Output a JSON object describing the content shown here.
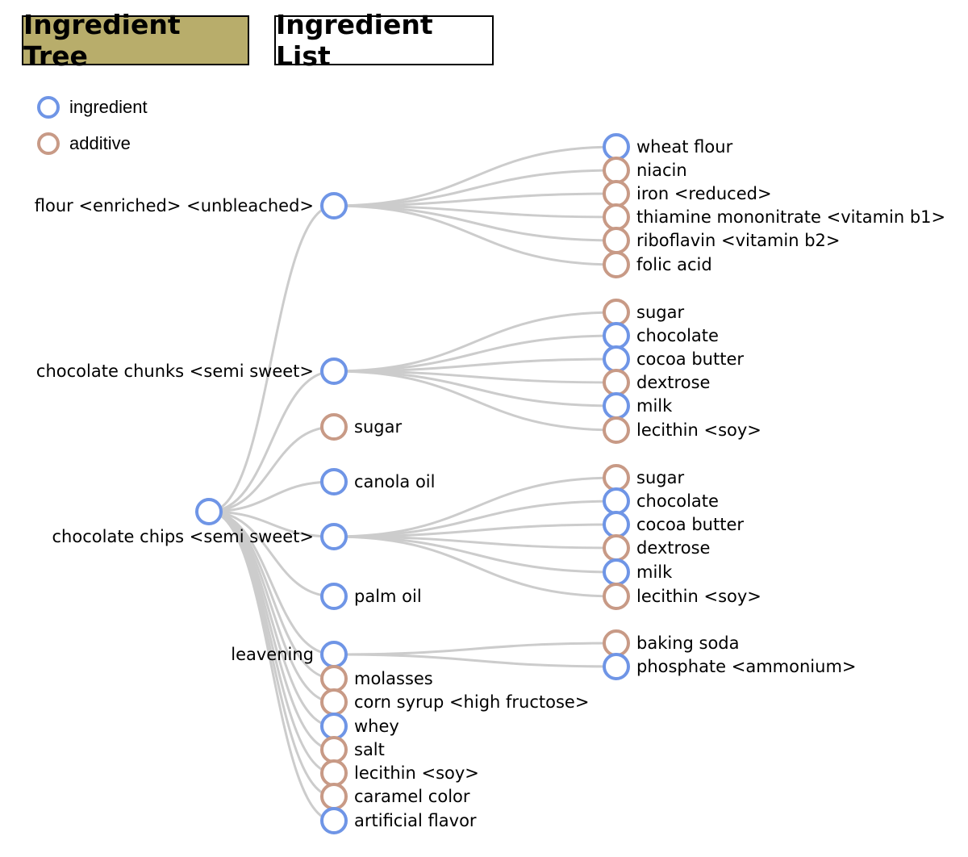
{
  "tabs": [
    {
      "label": "Ingredient Tree",
      "active": true
    },
    {
      "label": "Ingredient List",
      "active": false
    }
  ],
  "legend": [
    {
      "label": "ingredient",
      "type": "ingredient"
    },
    {
      "label": "additive",
      "type": "additive"
    }
  ],
  "colors": {
    "ingredient": "#6f95e6",
    "additive": "#c89a86",
    "link": "#cccccc",
    "active_tab": "#b8ad6b"
  },
  "tree": {
    "type": "ingredient",
    "label": "",
    "children": [
      {
        "label": "flour <enriched> <unbleached>",
        "type": "ingredient",
        "children": [
          {
            "label": "wheat flour",
            "type": "ingredient"
          },
          {
            "label": "niacin",
            "type": "additive"
          },
          {
            "label": "iron <reduced>",
            "type": "additive"
          },
          {
            "label": "thiamine mononitrate <vitamin b1>",
            "type": "additive"
          },
          {
            "label": "riboflavin <vitamin b2>",
            "type": "additive"
          },
          {
            "label": "folic acid",
            "type": "additive"
          }
        ]
      },
      {
        "label": "chocolate chunks <semi sweet>",
        "type": "ingredient",
        "children": [
          {
            "label": "sugar",
            "type": "additive"
          },
          {
            "label": "chocolate",
            "type": "ingredient"
          },
          {
            "label": "cocoa butter",
            "type": "ingredient"
          },
          {
            "label": "dextrose",
            "type": "additive"
          },
          {
            "label": "milk",
            "type": "ingredient"
          },
          {
            "label": "lecithin <soy>",
            "type": "additive"
          }
        ]
      },
      {
        "label": "sugar",
        "type": "additive"
      },
      {
        "label": "canola oil",
        "type": "ingredient"
      },
      {
        "label": "chocolate chips <semi sweet>",
        "type": "ingredient",
        "children": [
          {
            "label": "sugar",
            "type": "additive"
          },
          {
            "label": "chocolate",
            "type": "ingredient"
          },
          {
            "label": "cocoa butter",
            "type": "ingredient"
          },
          {
            "label": "dextrose",
            "type": "additive"
          },
          {
            "label": "milk",
            "type": "ingredient"
          },
          {
            "label": "lecithin <soy>",
            "type": "additive"
          }
        ]
      },
      {
        "label": "palm oil",
        "type": "ingredient"
      },
      {
        "label": "leavening",
        "type": "ingredient",
        "children": [
          {
            "label": "baking soda",
            "type": "additive"
          },
          {
            "label": "phosphate <ammonium>",
            "type": "ingredient"
          }
        ]
      },
      {
        "label": "molasses",
        "type": "additive"
      },
      {
        "label": "corn syrup <high fructose>",
        "type": "additive"
      },
      {
        "label": "whey",
        "type": "ingredient"
      },
      {
        "label": "salt",
        "type": "additive"
      },
      {
        "label": "lecithin <soy>",
        "type": "additive"
      },
      {
        "label": "caramel color",
        "type": "additive"
      },
      {
        "label": "artificial flavor",
        "type": "ingredient"
      }
    ]
  }
}
